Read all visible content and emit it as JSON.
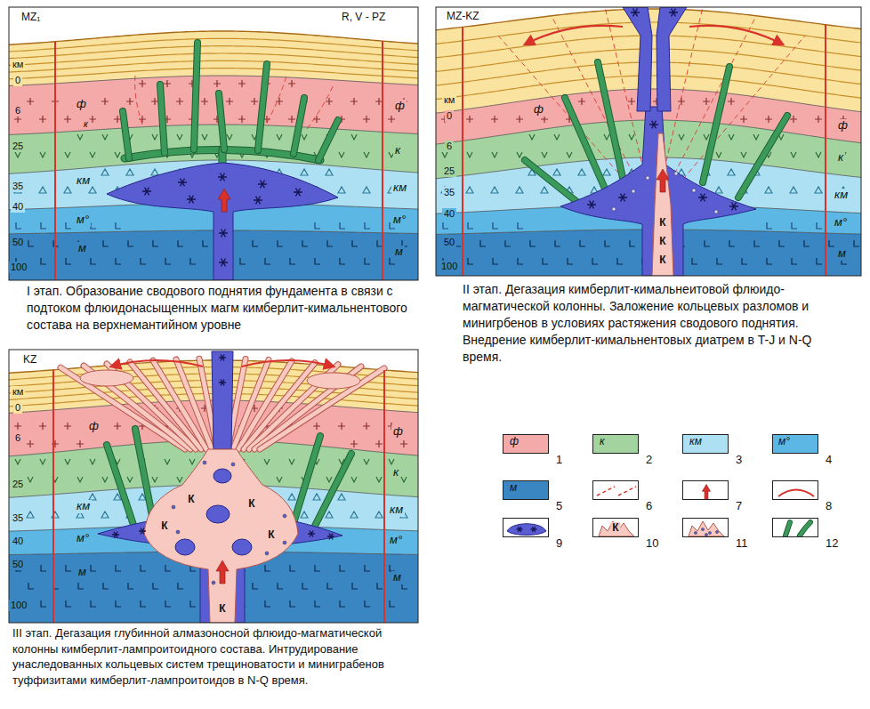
{
  "diagram": {
    "labels": [
      "MZ₁",
      "R, V - PZ",
      "км",
      "0",
      "6",
      "25",
      "35",
      "40",
      "50",
      "100",
      "ф",
      "к",
      "км",
      "м°",
      "м",
      "ф",
      "к",
      "км",
      "м°",
      "м",
      "I этап. Образование сводового поднятия фундамента в связи с подтоком флюидонасыщенных магм кимберлит-кимальнентового состава на верхнемантийном уровне",
      "MZ-KZ",
      "км",
      "0",
      "6",
      "25",
      "35",
      "40",
      "50",
      "100",
      "ф",
      "К",
      "К",
      "К",
      "ф",
      "к",
      "км",
      "м°",
      "м",
      "II этап. Дегазация кимберлит-кимальнеитовой флюидо-магматической колонны. Заложение кольцевых разломов и минигрбенов в условиях растяжения сводового поднятия. Внедрение кимберлит-кимальнентовых диатрем в T-J и N-Q время.",
      "KZ",
      "км",
      "0",
      "6",
      "25",
      "35",
      "40",
      "50",
      "100",
      "ф",
      "км",
      "м°",
      "м",
      "К",
      "К",
      "К",
      "К",
      "К",
      "ф",
      "к",
      "км",
      "м°",
      "м",
      "III этап. Дегазация глубинной алмазоносной флюидо-магматической колонны кимберлит-лампроитоидного состава. Интрудирование унаследованных кольцевых систем трещиноватости и миниграбенов туффизитами кимберлит-лампроитоидов в N-Q время.",
      "ф",
      "к",
      "км",
      "м°",
      "м",
      "К"
    ],
    "legend": [
      {
        "text": "1",
        "color": "#f4aaa8"
      },
      {
        "text": "2",
        "color": "#a3d4a0"
      },
      {
        "text": "3",
        "color": "#ade0f2"
      },
      {
        "text": "4",
        "color": "#5cb7e4"
      },
      {
        "text": "5",
        "color": "#3a86c2"
      },
      {
        "text": "6"
      },
      {
        "text": "7"
      },
      {
        "text": "8"
      },
      {
        "text": "9"
      },
      {
        "text": "10"
      },
      {
        "text": "11"
      },
      {
        "text": "12"
      }
    ]
  }
}
